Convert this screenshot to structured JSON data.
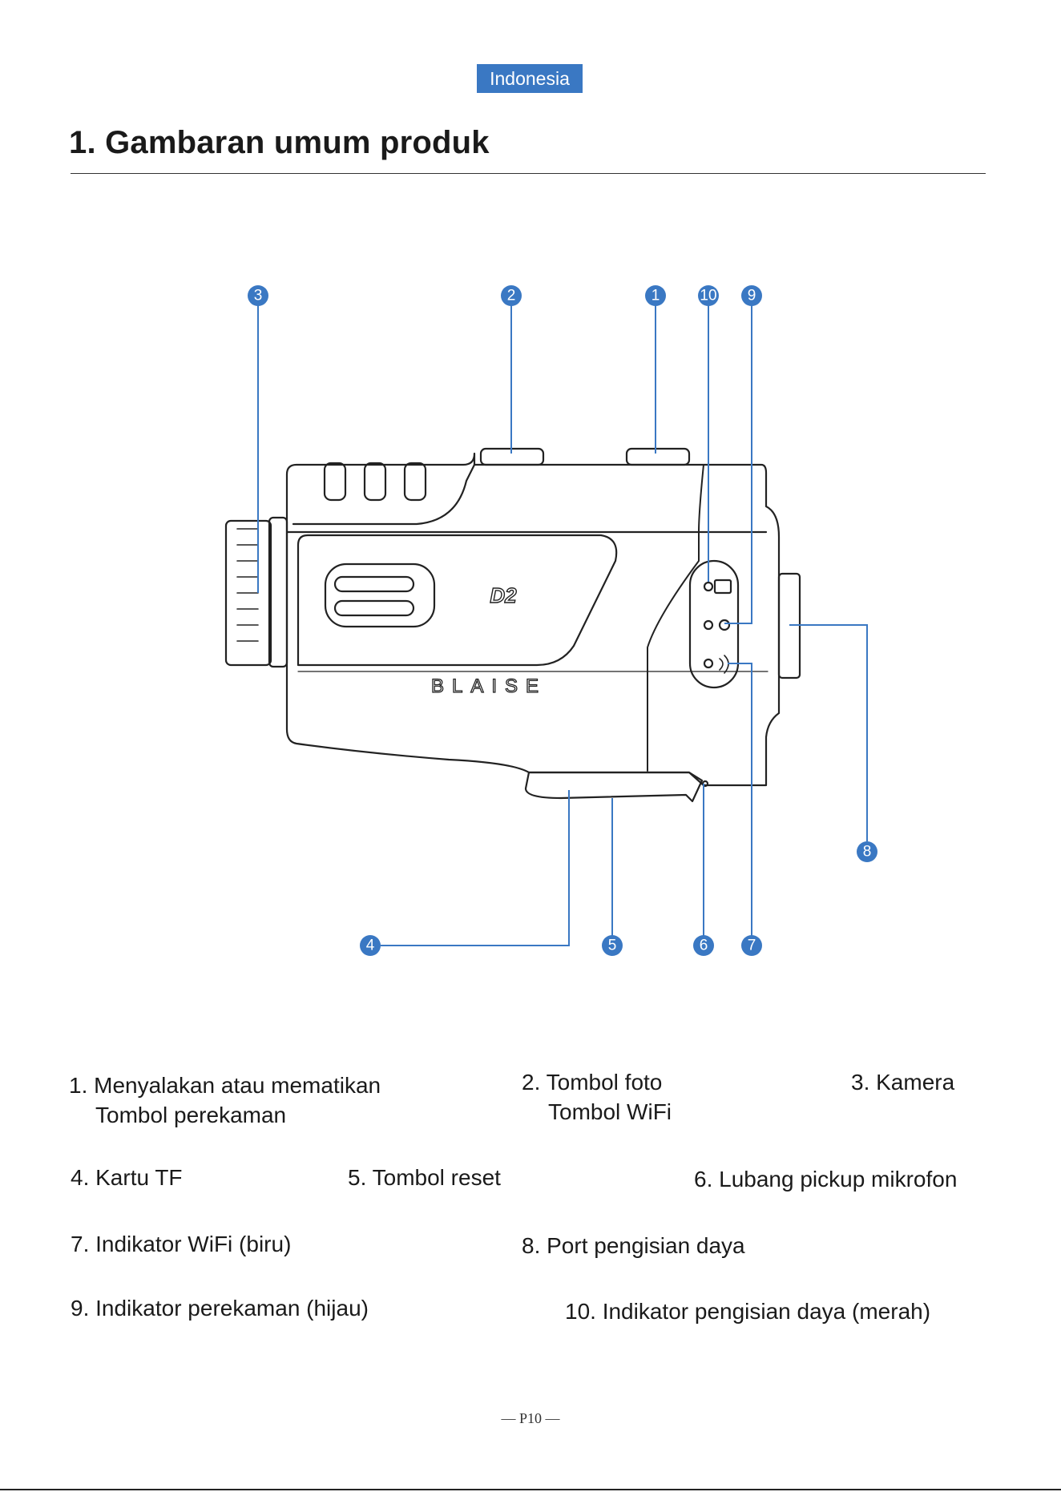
{
  "header": {
    "language_badge": "Indonesia",
    "title": "1. Gambaran umum produk"
  },
  "diagram": {
    "device_model": "D2",
    "device_brand": "BLAISE",
    "callouts": [
      "1",
      "2",
      "3",
      "4",
      "5",
      "6",
      "7",
      "8",
      "9",
      "10"
    ]
  },
  "legend": {
    "item1_line1": "1. Menyalakan atau mematikan",
    "item1_line2": "Tombol perekaman",
    "item2_line1": "2. Tombol foto",
    "item2_line2": "Tombol WiFi",
    "item3": "3. Kamera",
    "item4": "4. Kartu TF",
    "item5": "5. Tombol reset",
    "item6": "6. Lubang pickup mikrofon",
    "item7": "7. Indikator WiFi (biru)",
    "item8": "8. Port pengisian daya",
    "item9": "9. Indikator perekaman (hijau)",
    "item10": "10. Indikator pengisian daya (merah)"
  },
  "footer": {
    "page_number": "— P10 —"
  },
  "colors": {
    "accent_blue": "#3a78c3",
    "line_art": "#222222"
  }
}
